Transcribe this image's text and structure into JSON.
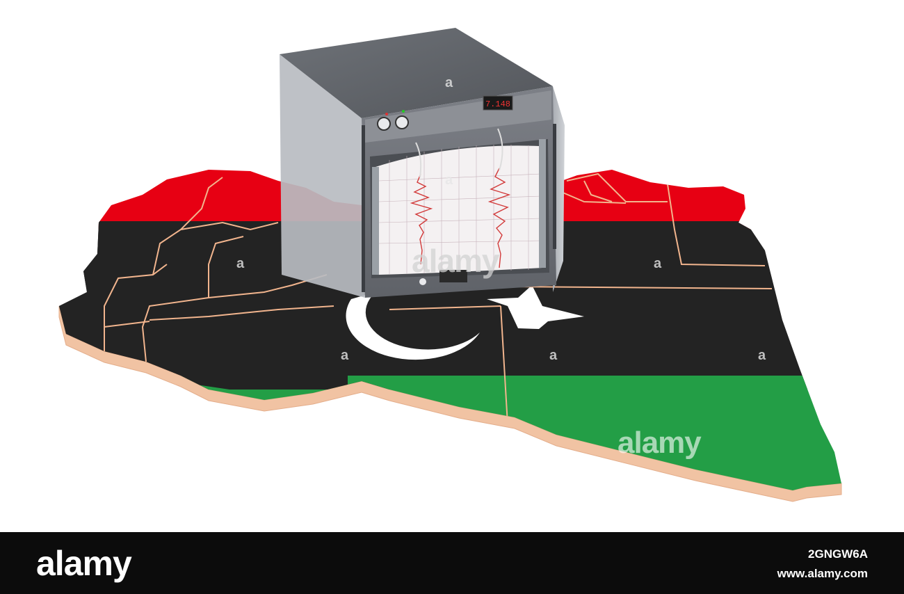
{
  "watermark": {
    "center_text": "alamy",
    "lower_text": "alamy",
    "small_mark": "a"
  },
  "seismograph": {
    "display_readout": "7.148"
  },
  "flag_colors": {
    "red": "#e70013",
    "black": "#232323",
    "green": "#239e46",
    "white": "#ffffff",
    "edge": "#f3c7a6"
  },
  "footer": {
    "logo": "alamy",
    "image_id": "2GNGW6A",
    "url": "www.alamy.com"
  }
}
